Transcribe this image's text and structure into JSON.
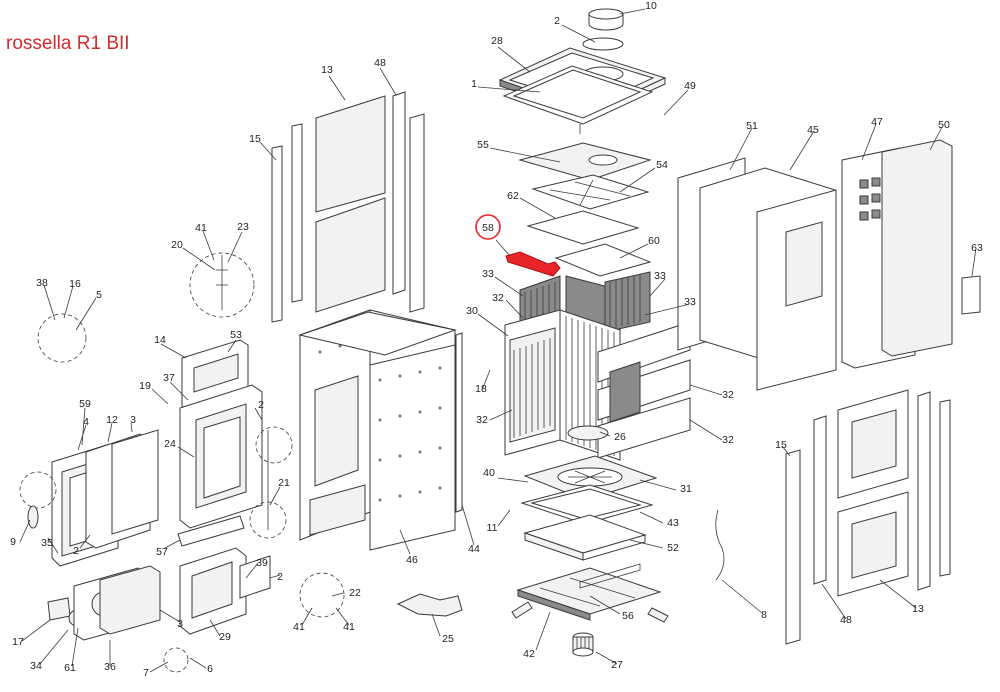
{
  "title": "rossella R1 BII",
  "highlight": {
    "part": "58",
    "color": "#e8262a"
  },
  "accent_color": "#d42b2b",
  "callouts": [
    {
      "id": "c10",
      "text": "10"
    },
    {
      "id": "c2a",
      "text": "2"
    },
    {
      "id": "c28",
      "text": "28"
    },
    {
      "id": "c1",
      "text": "1"
    },
    {
      "id": "c49",
      "text": "49"
    },
    {
      "id": "c55",
      "text": "55"
    },
    {
      "id": "c54",
      "text": "54"
    },
    {
      "id": "c62",
      "text": "62"
    },
    {
      "id": "c58",
      "text": "58"
    },
    {
      "id": "c60",
      "text": "60"
    },
    {
      "id": "c33a",
      "text": "33"
    },
    {
      "id": "c33b",
      "text": "33"
    },
    {
      "id": "c33c",
      "text": "33"
    },
    {
      "id": "c32a",
      "text": "32"
    },
    {
      "id": "c30",
      "text": "30"
    },
    {
      "id": "c32b",
      "text": "32"
    },
    {
      "id": "c32c",
      "text": "32"
    },
    {
      "id": "c32d",
      "text": "32"
    },
    {
      "id": "c26",
      "text": "26"
    },
    {
      "id": "c18",
      "text": "18"
    },
    {
      "id": "c40",
      "text": "40"
    },
    {
      "id": "c11",
      "text": "11"
    },
    {
      "id": "c31",
      "text": "31"
    },
    {
      "id": "c43",
      "text": "43"
    },
    {
      "id": "c52",
      "text": "52"
    },
    {
      "id": "c56",
      "text": "56"
    },
    {
      "id": "c42",
      "text": "42"
    },
    {
      "id": "c27",
      "text": "27"
    },
    {
      "id": "c25",
      "text": "25"
    },
    {
      "id": "c13a",
      "text": "13"
    },
    {
      "id": "c48a",
      "text": "48"
    },
    {
      "id": "c15a",
      "text": "15"
    },
    {
      "id": "c41a",
      "text": "41"
    },
    {
      "id": "c23",
      "text": "23"
    },
    {
      "id": "c20",
      "text": "20"
    },
    {
      "id": "c53",
      "text": "53"
    },
    {
      "id": "c14",
      "text": "14"
    },
    {
      "id": "c37",
      "text": "37"
    },
    {
      "id": "c19",
      "text": "19"
    },
    {
      "id": "c2b",
      "text": "2"
    },
    {
      "id": "c24",
      "text": "24"
    },
    {
      "id": "c21",
      "text": "21"
    },
    {
      "id": "c46",
      "text": "46"
    },
    {
      "id": "c44",
      "text": "44"
    },
    {
      "id": "c38",
      "text": "38"
    },
    {
      "id": "c16",
      "text": "16"
    },
    {
      "id": "c5",
      "text": "5"
    },
    {
      "id": "c59",
      "text": "59"
    },
    {
      "id": "c4",
      "text": "4"
    },
    {
      "id": "c12",
      "text": "12"
    },
    {
      "id": "c3a",
      "text": "3"
    },
    {
      "id": "c9",
      "text": "9"
    },
    {
      "id": "c35",
      "text": "35"
    },
    {
      "id": "c2c",
      "text": "2"
    },
    {
      "id": "c57",
      "text": "57"
    },
    {
      "id": "c39",
      "text": "39"
    },
    {
      "id": "c2d",
      "text": "2"
    },
    {
      "id": "c22",
      "text": "22"
    },
    {
      "id": "c41b",
      "text": "41"
    },
    {
      "id": "c41c",
      "text": "41"
    },
    {
      "id": "c29",
      "text": "29"
    },
    {
      "id": "c3b",
      "text": "3"
    },
    {
      "id": "c17",
      "text": "17"
    },
    {
      "id": "c34",
      "text": "34"
    },
    {
      "id": "c61",
      "text": "61"
    },
    {
      "id": "c36",
      "text": "36"
    },
    {
      "id": "c7",
      "text": "7"
    },
    {
      "id": "c6",
      "text": "6"
    },
    {
      "id": "c51",
      "text": "51"
    },
    {
      "id": "c45",
      "text": "45"
    },
    {
      "id": "c47",
      "text": "47"
    },
    {
      "id": "c50",
      "text": "50"
    },
    {
      "id": "c63",
      "text": "63"
    },
    {
      "id": "c15b",
      "text": "15"
    },
    {
      "id": "c8",
      "text": "8"
    },
    {
      "id": "c48b",
      "text": "48"
    },
    {
      "id": "c13b",
      "text": "13"
    }
  ]
}
